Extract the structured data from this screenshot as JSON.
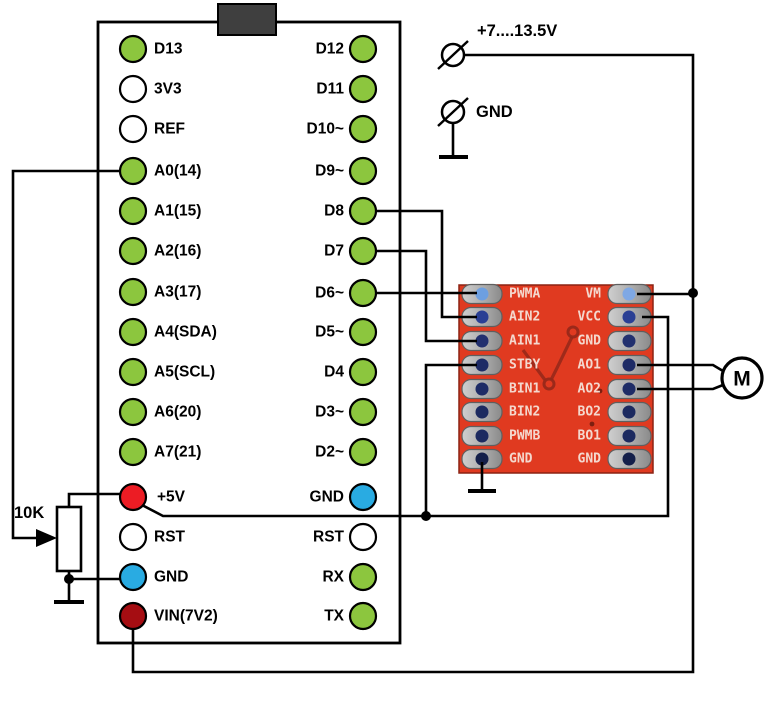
{
  "palette": {
    "pin_green": "#8CC63E",
    "pin_blue": "#29ABE2",
    "pin_red": "#EC1C24",
    "pin_dark_red": "#A50D12",
    "pin_white": "#FFFFFF",
    "pcb_red": "#E03A20",
    "wire": "#000000"
  },
  "arduino": {
    "left_pins": [
      {
        "label": "D13",
        "color": "#8CC63E"
      },
      {
        "label": "3V3",
        "color": "#FFFFFF"
      },
      {
        "label": "REF",
        "color": "#FFFFFF"
      },
      {
        "label": "A0(14)",
        "color": "#8CC63E"
      },
      {
        "label": "A1(15)",
        "color": "#8CC63E"
      },
      {
        "label": "A2(16)",
        "color": "#8CC63E"
      },
      {
        "label": "A3(17)",
        "color": "#8CC63E"
      },
      {
        "label": "A4(SDA)",
        "color": "#8CC63E"
      },
      {
        "label": "A5(SCL)",
        "color": "#8CC63E"
      },
      {
        "label": "A6(20)",
        "color": "#8CC63E"
      },
      {
        "label": "A7(21)",
        "color": "#8CC63E"
      },
      {
        "label": "+5V",
        "color": "#EC1C24"
      },
      {
        "label": "RST",
        "color": "#FFFFFF"
      },
      {
        "label": "GND",
        "color": "#29ABE2"
      },
      {
        "label": "VIN(7V2)",
        "color": "#A50D12"
      }
    ],
    "right_pins": [
      {
        "label": "D12",
        "color": "#8CC63E"
      },
      {
        "label": "D11",
        "color": "#8CC63E"
      },
      {
        "label": "D10~",
        "color": "#8CC63E"
      },
      {
        "label": "D9~",
        "color": "#8CC63E"
      },
      {
        "label": "D8",
        "color": "#8CC63E"
      },
      {
        "label": "D7",
        "color": "#8CC63E"
      },
      {
        "label": "D6~",
        "color": "#8CC63E"
      },
      {
        "label": "D5~",
        "color": "#8CC63E"
      },
      {
        "label": "D4",
        "color": "#8CC63E"
      },
      {
        "label": "D3~",
        "color": "#8CC63E"
      },
      {
        "label": "D2~",
        "color": "#8CC63E"
      },
      {
        "label": "GND",
        "color": "#29ABE2"
      },
      {
        "label": "RST",
        "color": "#FFFFFF"
      },
      {
        "label": "RX",
        "color": "#8CC63E"
      },
      {
        "label": "TX",
        "color": "#8CC63E"
      }
    ]
  },
  "driver": {
    "left_pins": [
      "PWMA",
      "AIN2",
      "AIN1",
      "STBY",
      "BIN1",
      "BIN2",
      "PWMB",
      "GND"
    ],
    "right_pins": [
      "VM",
      "VCC",
      "GND",
      "AO1",
      "AO2",
      "BO2",
      "BO1",
      "GND"
    ]
  },
  "motor": {
    "label": "M"
  },
  "potentiometer": {
    "label": "10K"
  },
  "supply": {
    "positive_label": "+7....13.5V",
    "ground_label": "GND"
  }
}
